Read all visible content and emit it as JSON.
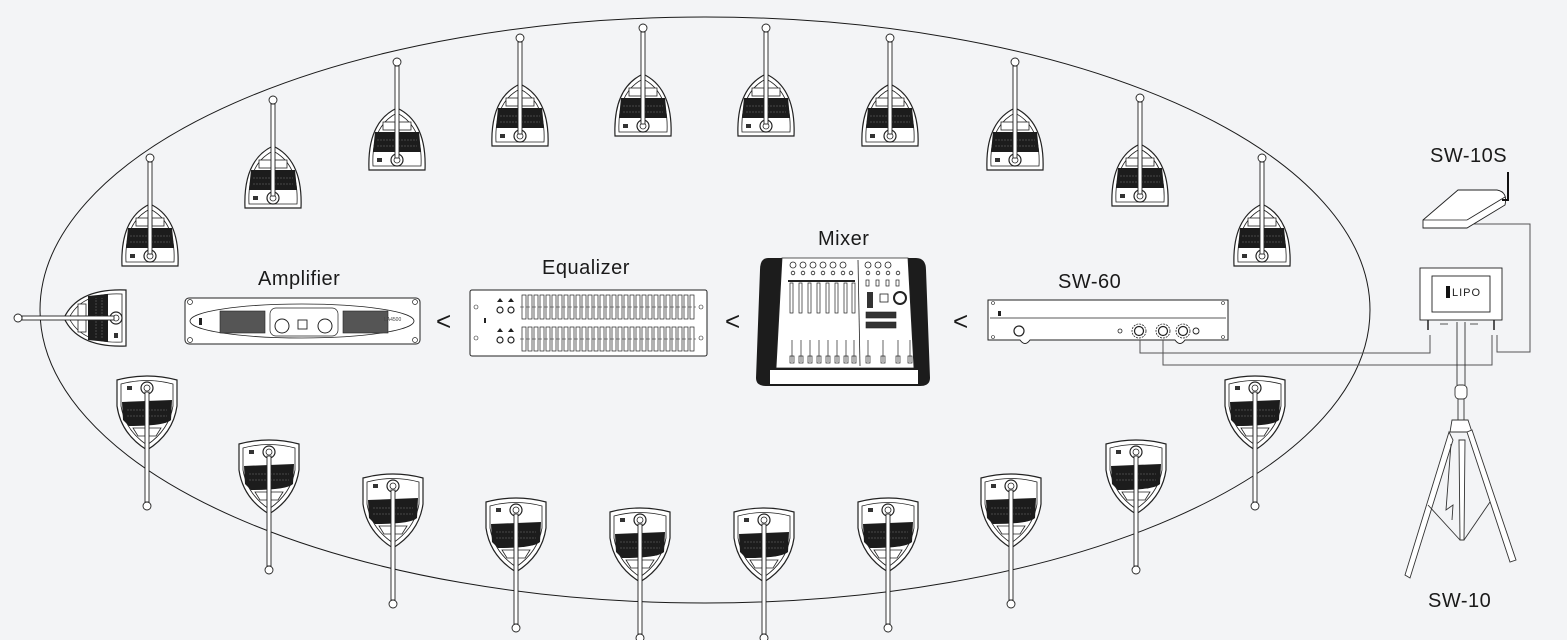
{
  "diagram": {
    "title": "Conference microphone wiring diagram",
    "devices": {
      "amplifier": {
        "label": "Amplifier",
        "model_text": "LA4500"
      },
      "equalizer": {
        "label": "Equalizer"
      },
      "mixer": {
        "label": "Mixer"
      },
      "receiver": {
        "label": "SW-60"
      },
      "antenna_station": {
        "label": "SW-10S"
      },
      "stand": {
        "label": "SW-10"
      }
    },
    "flow_arrows": [
      "<",
      "<",
      "<"
    ],
    "brand": "LIPO",
    "microphone_count": 21,
    "colors": {
      "background": "#f3f4f6",
      "line": "#1a1a1a",
      "fill_dark": "#1c1c1c",
      "fill_light": "#ffffff"
    }
  }
}
